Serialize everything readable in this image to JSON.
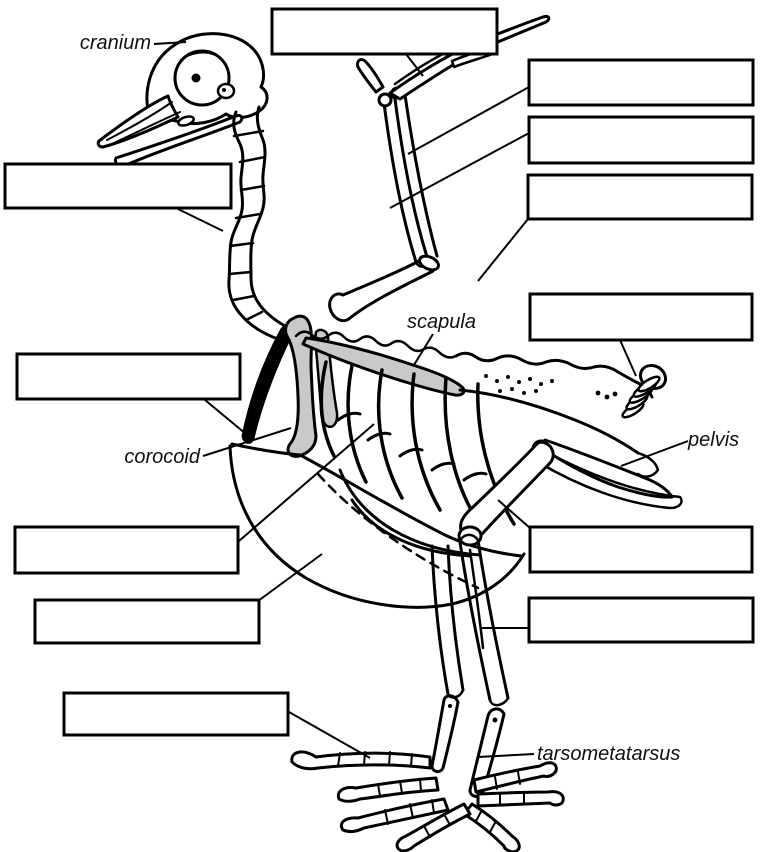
{
  "diagram": {
    "subject": "Bird skeleton anatomy labeling worksheet",
    "printed_labels": {
      "cranium": "cranium",
      "scapula": "scapula",
      "corocoid": "corocoid",
      "pelvis": "pelvis",
      "tarsometatarsus": "tarsometatarsus"
    },
    "answer_box_count": "12",
    "colors": {
      "ink": "#000000",
      "bone_shade": "#c9c9c9",
      "background": "#ffffff"
    }
  }
}
